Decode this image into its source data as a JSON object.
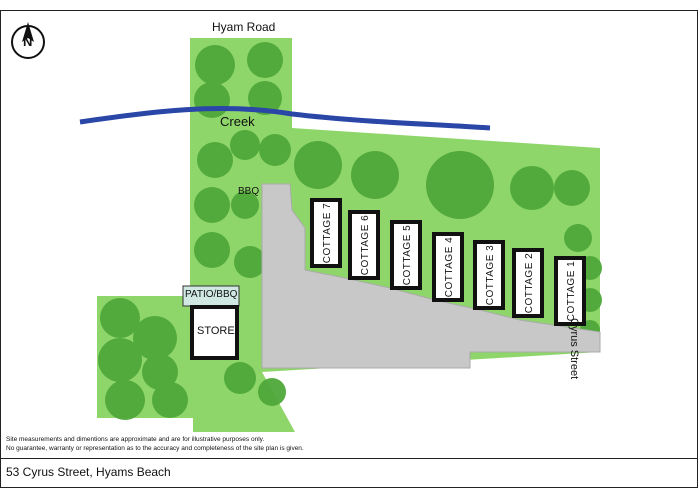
{
  "map": {
    "road_label": "Hyam Road",
    "creek_label": "Creek",
    "street_label": "Cyrus Street",
    "bbq_label": "BBQ",
    "patio_label": "PATIO/BBQ",
    "store_label": "STORE",
    "compass_label": "N",
    "cottages": [
      "COTTAGE 7",
      "COTTAGE 6",
      "COTTAGE 5",
      "COTTAGE 4",
      "COTTAGE 3",
      "COTTAGE 2",
      "COTTAGE 1"
    ]
  },
  "disclaimer": {
    "line1": "Site measurements and dimentions are approximate and are for illustrative purposes only.",
    "line2": "No guarantee, warranty or representation as to the accuracy and completeness of the site plan is given."
  },
  "footer": {
    "address": "53 Cyrus Street, Hyams Beach"
  },
  "colors": {
    "grass": "#8fd66a",
    "tree": "#4fa83a",
    "creek": "#2a47a8",
    "driveway": "#c8c8c8",
    "building_border": "#111111"
  }
}
